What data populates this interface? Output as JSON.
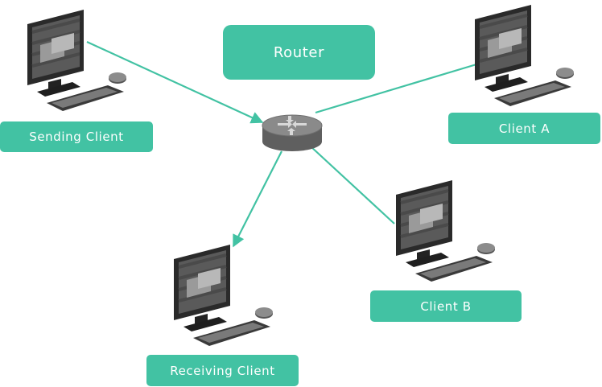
{
  "diagram": {
    "title_box": {
      "text": "Router"
    },
    "router": {
      "icon": "router-icon"
    },
    "nodes": [
      {
        "id": "sending",
        "label": "Sending Client",
        "icon": "computer-icon"
      },
      {
        "id": "client_a",
        "label": "Client A",
        "icon": "computer-icon"
      },
      {
        "id": "client_b",
        "label": "Client B",
        "icon": "computer-icon"
      },
      {
        "id": "receiving",
        "label": "Receiving Client",
        "icon": "computer-icon"
      }
    ],
    "edges": [
      {
        "from": "sending",
        "to": "router",
        "arrow": "to-router"
      },
      {
        "from": "router",
        "to": "client_a",
        "arrow": "none"
      },
      {
        "from": "router",
        "to": "client_b",
        "arrow": "none"
      },
      {
        "from": "router",
        "to": "receiving",
        "arrow": "to-receiving"
      }
    ]
  },
  "colors": {
    "accent": "#42c2a3",
    "line": "#42c2a3",
    "label_text": "#ffffff",
    "monitor": "#2b2b2b",
    "router_body": "#6f6f6f"
  }
}
